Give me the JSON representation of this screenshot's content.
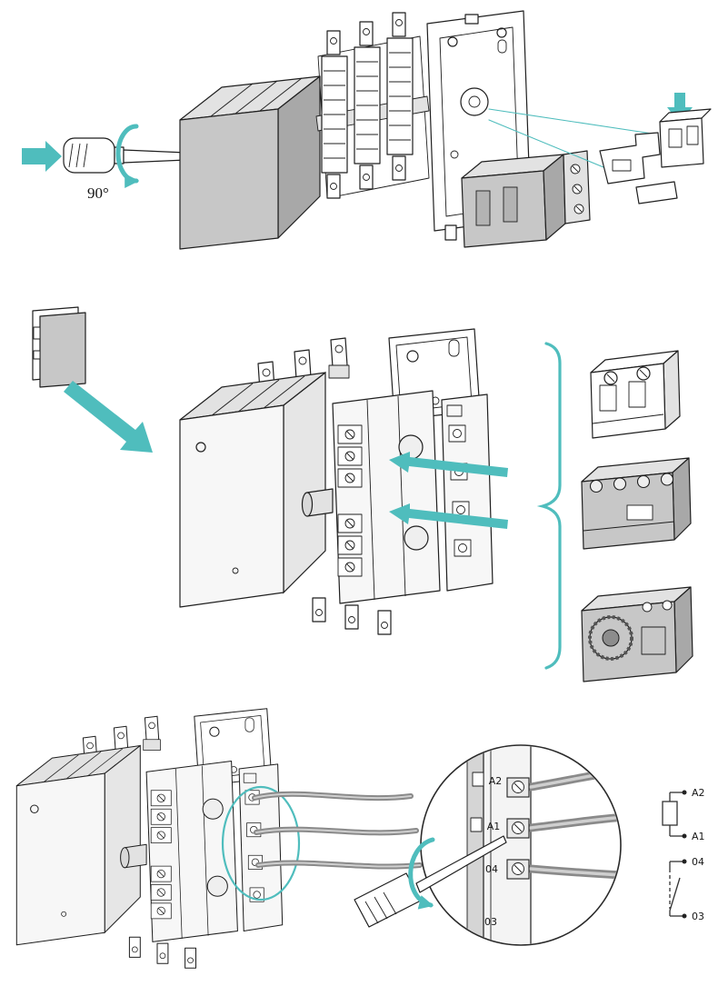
{
  "colors": {
    "accent": "#4fbdbd",
    "line": "#1f1f1f",
    "gray_light": "#e2e2e2",
    "gray_mid": "#c7c7c7",
    "gray_dark": "#a8a8a8",
    "wire": "#8a8a8a"
  },
  "exploded_view": {
    "rotation_angle": "90°"
  },
  "magnified_view": {
    "terminals": [
      "A2",
      "A1",
      "04",
      "03"
    ]
  },
  "schematic": {
    "terminals": [
      "A2",
      "A1",
      "04",
      "03"
    ]
  }
}
